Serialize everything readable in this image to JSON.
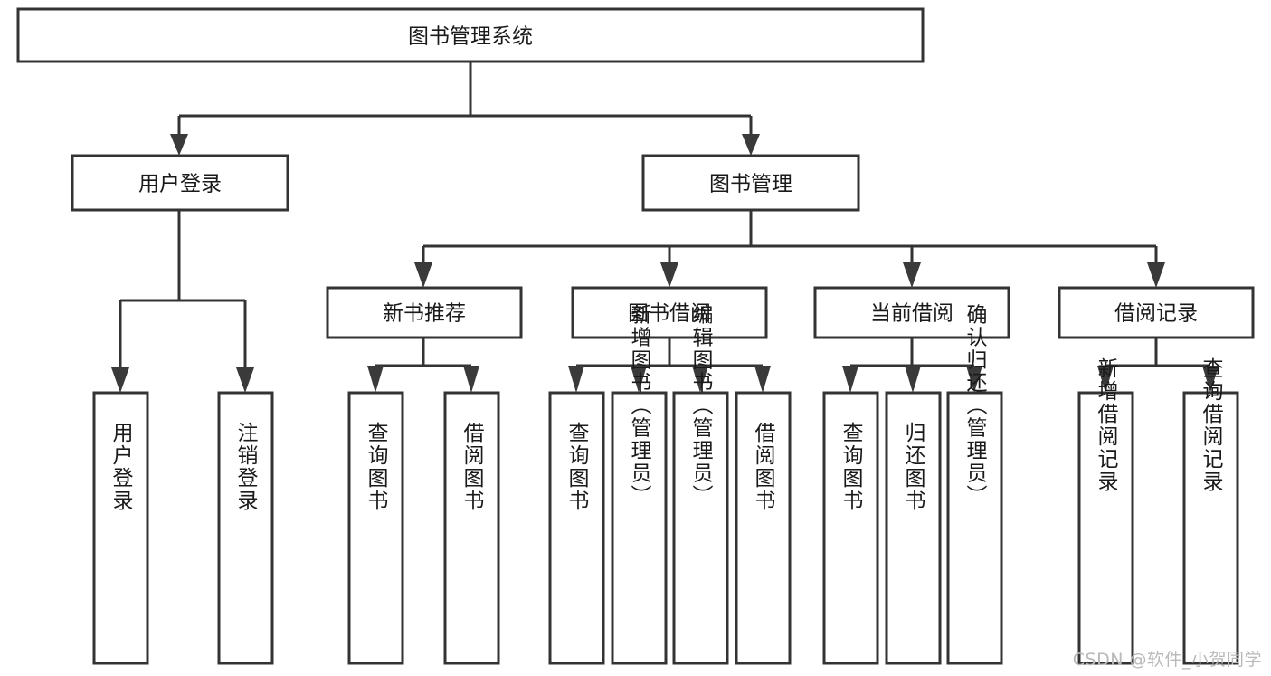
{
  "diagram": {
    "type": "tree",
    "title": "图书管理系统",
    "root": {
      "label": "图书管理系统",
      "level": 0
    },
    "level1": [
      {
        "label": "用户登录"
      },
      {
        "label": "图书管理"
      }
    ],
    "level2_user": [
      {
        "label": "用户登录"
      },
      {
        "label": "注销登录"
      }
    ],
    "level2_book": [
      {
        "label": "新书推荐"
      },
      {
        "label": "图书借阅"
      },
      {
        "label": "当前借阅"
      },
      {
        "label": "借阅记录"
      }
    ],
    "leaves_new_book": [
      {
        "label": "查询图书"
      },
      {
        "label": "借阅图书"
      }
    ],
    "leaves_borrow": [
      {
        "label": "查询图书"
      },
      {
        "label": "新增图书（管理员）"
      },
      {
        "label": "编辑图书（管理员）"
      },
      {
        "label": "借阅图书"
      }
    ],
    "leaves_current": [
      {
        "label": "查询图书"
      },
      {
        "label": "归还图书"
      },
      {
        "label": "确认归还（管理员）"
      }
    ],
    "leaves_record": [
      {
        "label": "新增借阅记录"
      },
      {
        "label": "查询借阅记录"
      }
    ]
  },
  "watermark": {
    "text": "CSDN @软件_小贺同学"
  },
  "colors": {
    "stroke": "#333333",
    "box_fill": "#ffffff",
    "text": "#1a1a1a",
    "watermark": "#b9b9b9",
    "background": "#ffffff"
  }
}
